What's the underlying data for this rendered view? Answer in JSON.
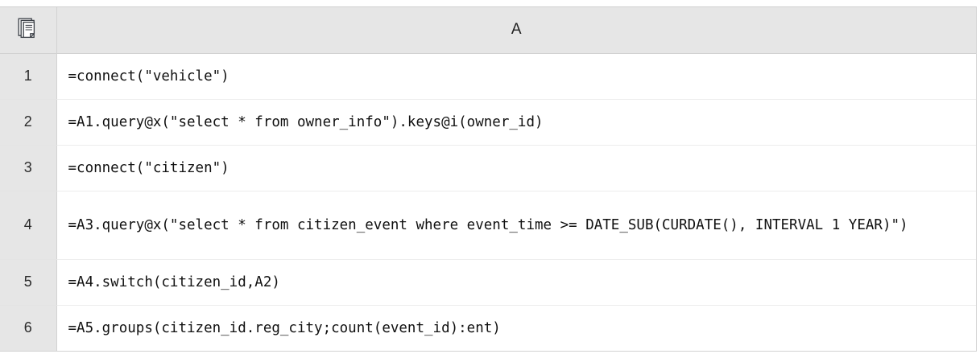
{
  "header": {
    "corner_icon": "documents-icon",
    "column_label": "A"
  },
  "rows": [
    {
      "number": "1",
      "formula": "=connect(\"vehicle\")"
    },
    {
      "number": "2",
      "formula": "=A1.query@x(\"select * from owner_info\").keys@i(owner_id)"
    },
    {
      "number": "3",
      "formula": "=connect(\"citizen\")"
    },
    {
      "number": "4",
      "formula": "=A3.query@x(\"select * from citizen_event where event_time >= DATE_SUB(CURDATE(), INTERVAL 1 YEAR)\")"
    },
    {
      "number": "5",
      "formula": "=A4.switch(citizen_id,A2)"
    },
    {
      "number": "6",
      "formula": "=A5.groups(citizen_id.reg_city;count(event_id):ent)"
    }
  ],
  "colors": {
    "header_background": "#e6e6e6",
    "gutter_background": "#e6e6e6",
    "cell_background": "#ffffff",
    "grid_line": "#d2d2d2",
    "text": "#111111"
  }
}
